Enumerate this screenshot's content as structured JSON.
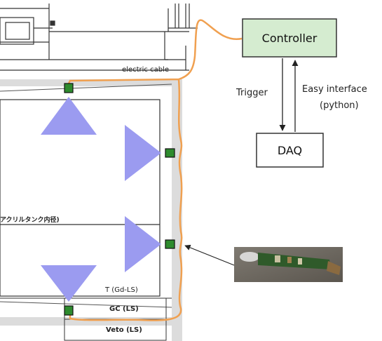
{
  "controller": {
    "label": "Controller",
    "fill": "#d5ecd0",
    "stroke": "#333333"
  },
  "daq": {
    "label": "DAQ"
  },
  "arrows": {
    "trigger_label": "Trigger",
    "interface_label_line1": "Easy interface",
    "interface_label_line2": "(python)"
  },
  "cable": {
    "label": "electric cable",
    "color": "#f0a050"
  },
  "detector": {
    "acrylic_label": "アクリルタンク内径)",
    "target_label": "T (Gd-LS)",
    "gc_label": "GC (LS)",
    "veto_label": "Veto (LS)"
  },
  "colors": {
    "led_source": "#2e8b2e",
    "diffuser_triangle": "#9b9bf0",
    "line": "#333333"
  }
}
